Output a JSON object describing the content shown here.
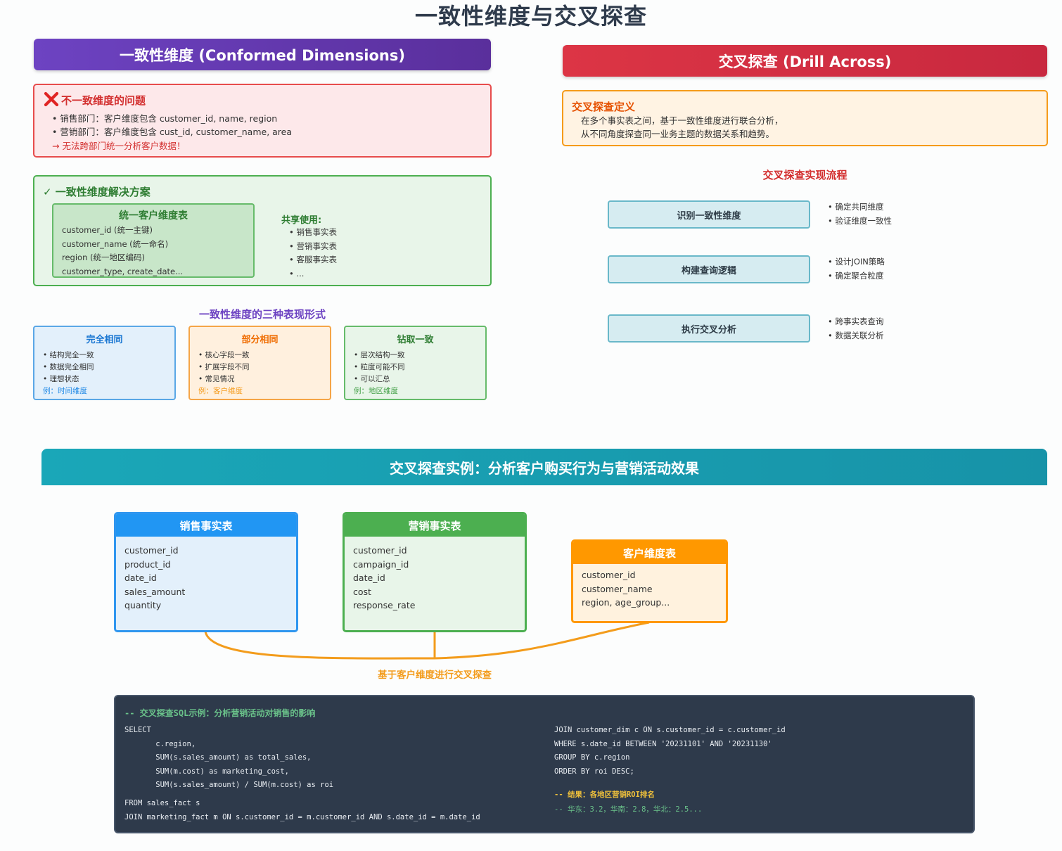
{
  "title": "一致性维度与交叉探查",
  "left": {
    "banner": "一致性维度 (Conformed Dimensions)",
    "problem": {
      "heading": "不一致维度的问题",
      "lines": [
        "• 销售部门：客户维度包含 customer_id, name, region",
        "• 营销部门：客户维度包含 cust_id, customer_name, area"
      ],
      "conclusion": "→ 无法跨部门统一分析客户数据！"
    },
    "solution": {
      "heading": "✓ 一致性维度解决方案",
      "dim_table": {
        "title": "统一客户维度表",
        "fields": [
          "customer_id (统一主键)",
          "customer_name (统一命名)",
          "region (统一地区编码)",
          "customer_type, create_date..."
        ]
      },
      "shared": {
        "title": "共享使用:",
        "items": [
          "• 销售事实表",
          "• 营销事实表",
          "• 客服事实表",
          "• ..."
        ]
      }
    },
    "forms_title": "一致性维度的三种表现形式",
    "forms": [
      {
        "title": "完全相同",
        "items": [
          "• 结构完全一致",
          "• 数据完全相同",
          "• 理想状态"
        ],
        "example": "例：时间维度"
      },
      {
        "title": "部分相同",
        "items": [
          "• 核心字段一致",
          "• 扩展字段不同",
          "• 常见情况"
        ],
        "example": "例：客户维度"
      },
      {
        "title": "钻取一致",
        "items": [
          "• 层次结构一致",
          "• 粒度可能不同",
          "• 可以汇总"
        ],
        "example": "例：地区维度"
      }
    ]
  },
  "right": {
    "banner": "交叉探查 (Drill Across)",
    "definition": {
      "heading": "交叉探查定义",
      "lines": [
        "在多个事实表之间，基于一致性维度进行联合分析，",
        "从不同角度探查同一业务主题的数据关系和趋势。"
      ]
    },
    "flow_title": "交叉探查实现流程",
    "flow": [
      {
        "step": "识别一致性维度",
        "notes": [
          "• 确定共同维度",
          "• 验证维度一致性"
        ]
      },
      {
        "step": "构建查询逻辑",
        "notes": [
          "• 设计JOIN策略",
          "• 确定聚合粒度"
        ]
      },
      {
        "step": "执行交叉分析",
        "notes": [
          "• 跨事实表查询",
          "• 数据关联分析"
        ]
      }
    ]
  },
  "example": {
    "banner": "交叉探查实例：分析客户购买行为与营销活动效果",
    "tables": [
      {
        "title": "销售事实表",
        "fields": [
          "customer_id",
          "product_id",
          "date_id",
          "sales_amount",
          "quantity"
        ]
      },
      {
        "title": "营销事实表",
        "fields": [
          "customer_id",
          "campaign_id",
          "date_id",
          "cost",
          "response_rate"
        ]
      },
      {
        "title": "客户维度表",
        "fields": [
          "customer_id",
          "customer_name",
          "region, age_group..."
        ]
      }
    ],
    "connector_label": "基于客户维度进行交叉探查",
    "sql": {
      "comment": "-- 交叉探查SQL示例：分析营销活动对销售的影响",
      "left_lines": [
        "SELECT",
        "       c.region,",
        "       SUM(s.sales_amount) as total_sales,",
        "       SUM(m.cost) as marketing_cost,",
        "       SUM(s.sales_amount) / SUM(m.cost) as roi",
        "FROM sales_fact s",
        "JOIN marketing_fact m ON s.customer_id = m.customer_id AND s.date_id = m.date_id"
      ],
      "right_lines": [
        "JOIN customer_dim c ON s.customer_id = c.customer_id",
        "WHERE s.date_id BETWEEN '20231101' AND '20231130'",
        "GROUP BY c.region",
        "ORDER BY roi DESC;"
      ],
      "result_title": "-- 结果：各地区营销ROI排名",
      "result_values": "-- 华东：3.2，华南：2.8，华北：2.5..."
    }
  },
  "colors": {
    "purple": "#6d43c2",
    "red": "#dc3545",
    "teal": "#1aa7b8",
    "blue": "#2196f3",
    "green": "#4caf50",
    "orange": "#ff9800"
  }
}
